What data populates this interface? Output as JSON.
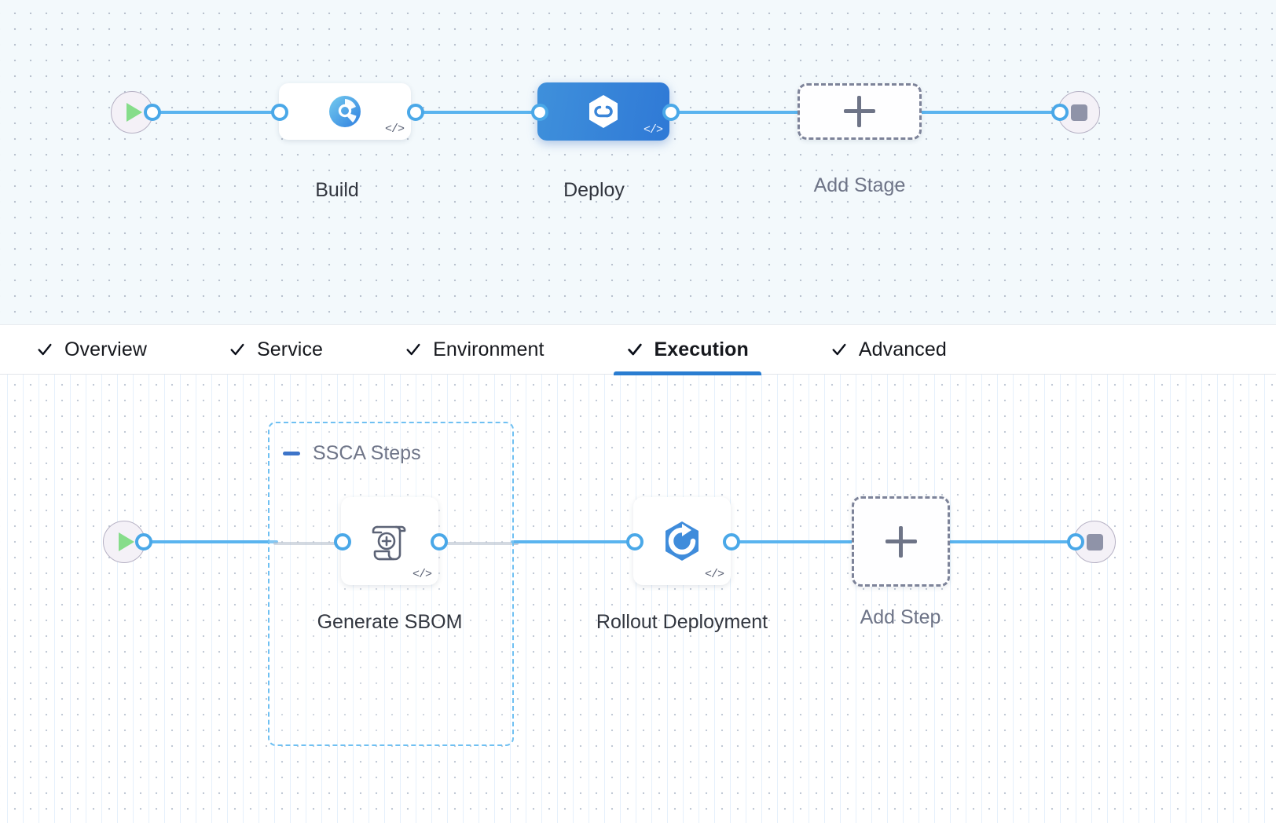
{
  "stage_canvas": {
    "name": "pipeline-stages-canvas",
    "start_node": {
      "icon": "play-icon"
    },
    "end_node": {
      "icon": "stop-icon"
    },
    "stages": [
      {
        "label": "Build",
        "icon": "harness-ci-icon",
        "badge": "</>",
        "selected": false
      },
      {
        "label": "Deploy",
        "icon": "harness-cd-hexagon-icon",
        "badge": "</>",
        "selected": true
      }
    ],
    "add_stage": {
      "label": "Add Stage",
      "icon": "plus-icon"
    }
  },
  "tabs": {
    "name": "stage-config-tabs",
    "items": [
      {
        "label": "Overview",
        "checked": true,
        "active": false
      },
      {
        "label": "Service",
        "checked": true,
        "active": false
      },
      {
        "label": "Environment",
        "checked": true,
        "active": false
      },
      {
        "label": "Execution",
        "checked": true,
        "active": true
      },
      {
        "label": "Advanced",
        "checked": true,
        "active": false
      }
    ],
    "active_color": "#2a7dd1"
  },
  "step_canvas": {
    "name": "execution-steps-canvas",
    "start_node": {
      "icon": "play-icon"
    },
    "end_node": {
      "icon": "stop-icon"
    },
    "group": {
      "title": "SSCA Steps",
      "collapse_icon": "minus-icon",
      "border_color": "#6fc0f2"
    },
    "steps": [
      {
        "label": "Generate SBOM",
        "icon": "sbom-scroll-plus-icon",
        "badge": "</>",
        "in_group": true
      },
      {
        "label": "Rollout Deployment",
        "icon": "rollout-hexagon-icon",
        "badge": "</>",
        "in_group": false
      }
    ],
    "add_step": {
      "label": "Add Step",
      "icon": "plus-icon"
    }
  },
  "colors": {
    "wire": "#5ab4ef",
    "port_ring": "#4aa8e8",
    "deploy_gradient_from": "#3f90db",
    "deploy_gradient_to": "#2f79d6",
    "group_dashed": "#6fc0f2",
    "add_dashed": "#7d8399"
  }
}
